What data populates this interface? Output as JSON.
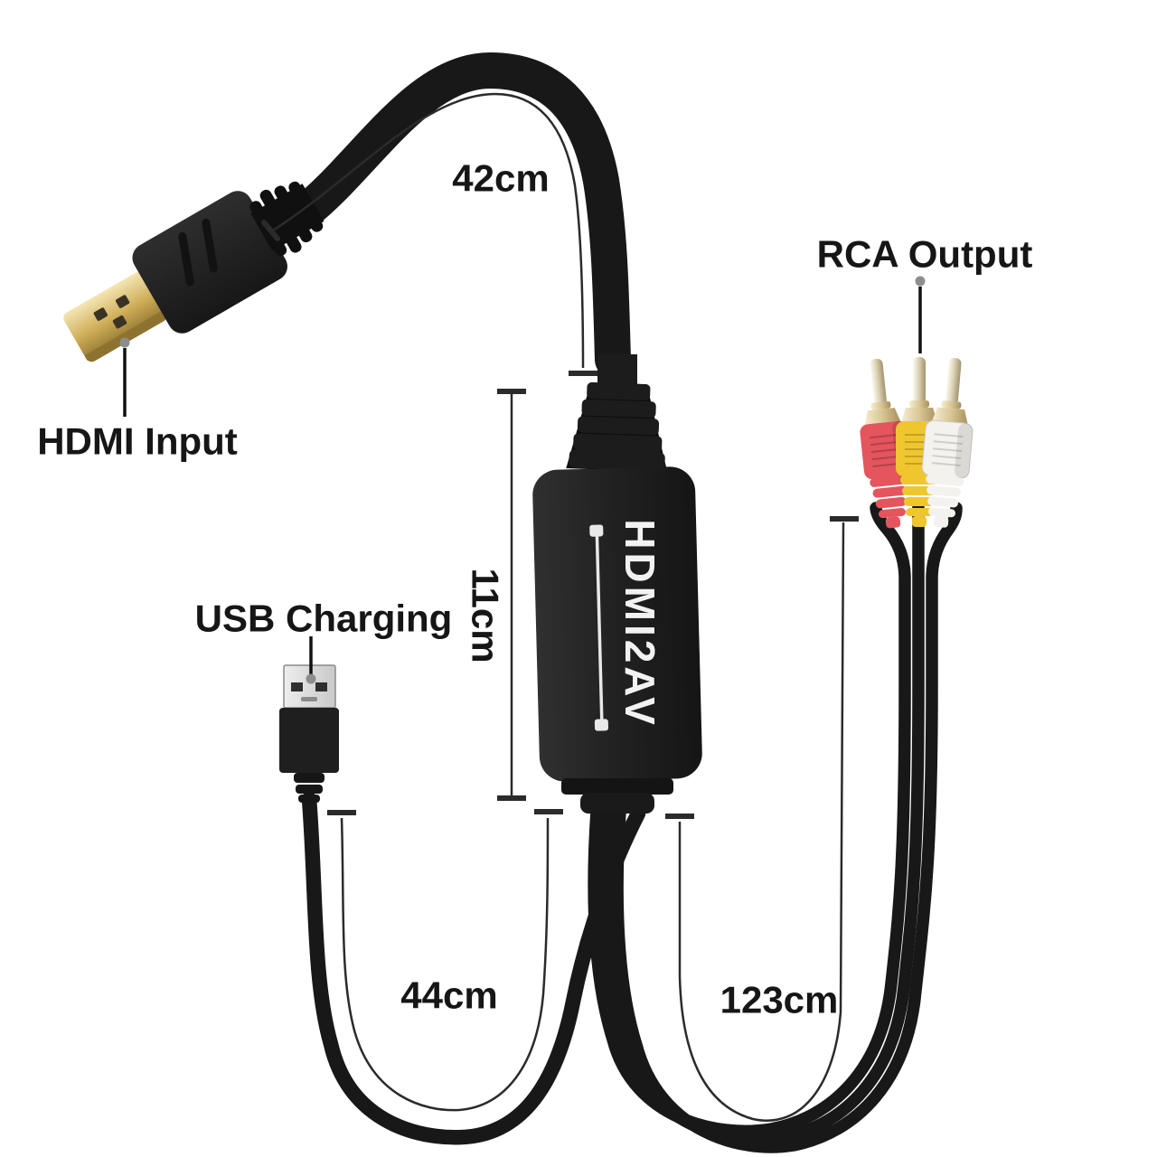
{
  "product": {
    "device_label": "HDMI2AV",
    "callouts": {
      "hdmi_input": "HDMI Input",
      "rca_output": "RCA Output",
      "usb_charging": "USB Charging"
    },
    "measurements": {
      "hdmi_cable_length": "42cm",
      "converter_length": "11cm",
      "usb_cable_length": "44cm",
      "rca_cable_length": "123cm"
    },
    "colors": {
      "cable_black": "#181818",
      "converter_body_dark": "#1f1f1f",
      "device_label_text": "#f2f2f2",
      "rca_red": "#e4555d",
      "rca_yellow": "#f0c62f",
      "rca_white": "#f3f2ef",
      "gold_connector": "#cfae58",
      "usb_metal": "#ededed",
      "label_text": "#161616",
      "measure_line": "#2b2b2b",
      "callout_dot": "#8d8d8d"
    }
  }
}
